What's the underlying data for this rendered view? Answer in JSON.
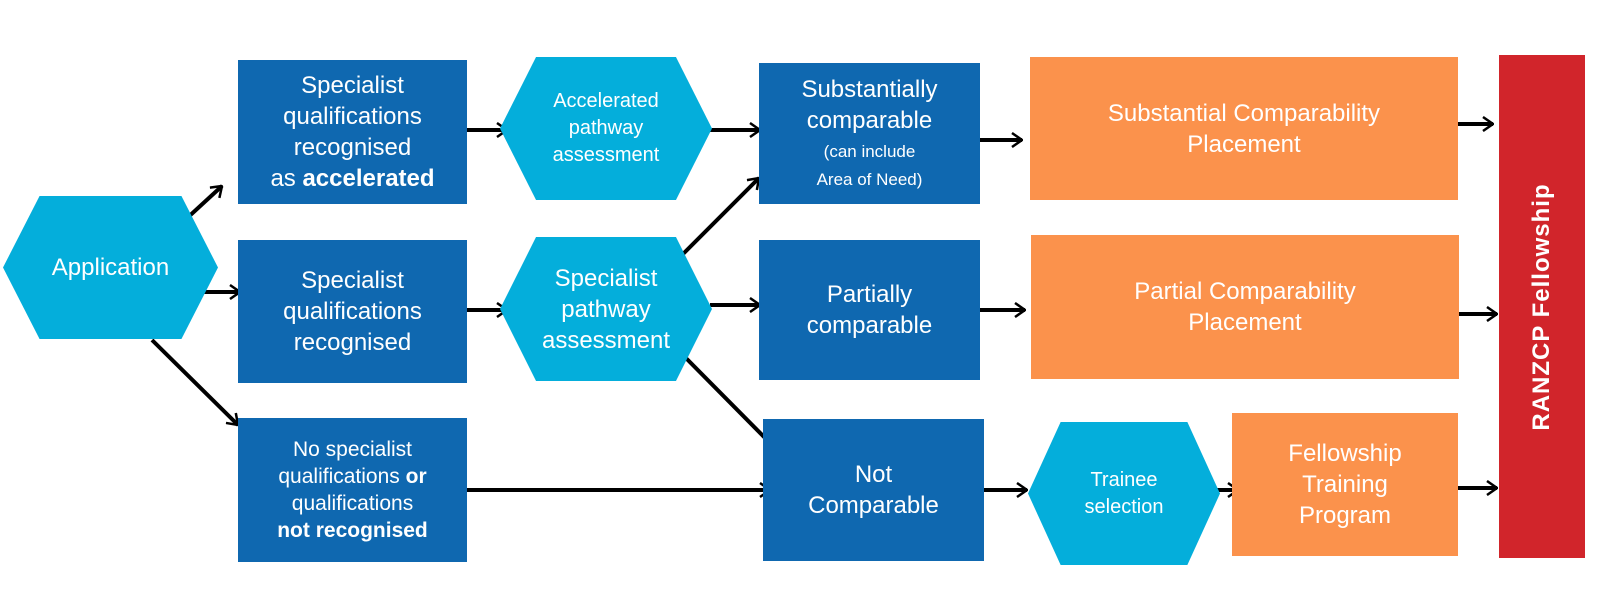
{
  "nodes": {
    "application": {
      "label": "Application"
    },
    "accelerated_recognised": {
      "line1": "Specialist",
      "line2": "qualifications",
      "line3": "recognised",
      "line4_prefix": "as ",
      "line4_bold": "accelerated"
    },
    "specialist_recognised": {
      "line1": "Specialist",
      "line2": "qualifications",
      "line3": "recognised"
    },
    "not_recognised": {
      "line1": "No specialist",
      "line2_prefix": "qualifications ",
      "line2_bold": "or",
      "line3": "qualifications",
      "line4_bold": "not recognised"
    },
    "accelerated_assessment": {
      "line1": "Accelerated",
      "line2": "pathway",
      "line3": "assessment"
    },
    "specialist_assessment": {
      "line1": "Specialist",
      "line2": "pathway",
      "line3": "assessment"
    },
    "substantially_comparable": {
      "line1": "Substantially",
      "line2": "comparable",
      "line3": "(can include",
      "line4": "Area of Need)"
    },
    "partially_comparable": {
      "line1": "Partially",
      "line2": "comparable"
    },
    "not_comparable": {
      "line1": "Not",
      "line2": "Comparable"
    },
    "substantial_placement": {
      "line1": "Substantial Comparability",
      "line2": "Placement"
    },
    "partial_placement": {
      "line1": "Partial Comparability",
      "line2": "Placement"
    },
    "trainee_selection": {
      "line1": "Trainee",
      "line2": "selection"
    },
    "fellowship_training": {
      "line1": "Fellowship",
      "line2": "Training",
      "line3": "Program"
    },
    "fellowship": {
      "label": "RANZCP Fellowship"
    }
  },
  "colors": {
    "dark_blue": "#0f68b0",
    "light_blue": "#04aedb",
    "orange": "#fb924c",
    "red": "#d1252b",
    "arrow": "#000000"
  }
}
